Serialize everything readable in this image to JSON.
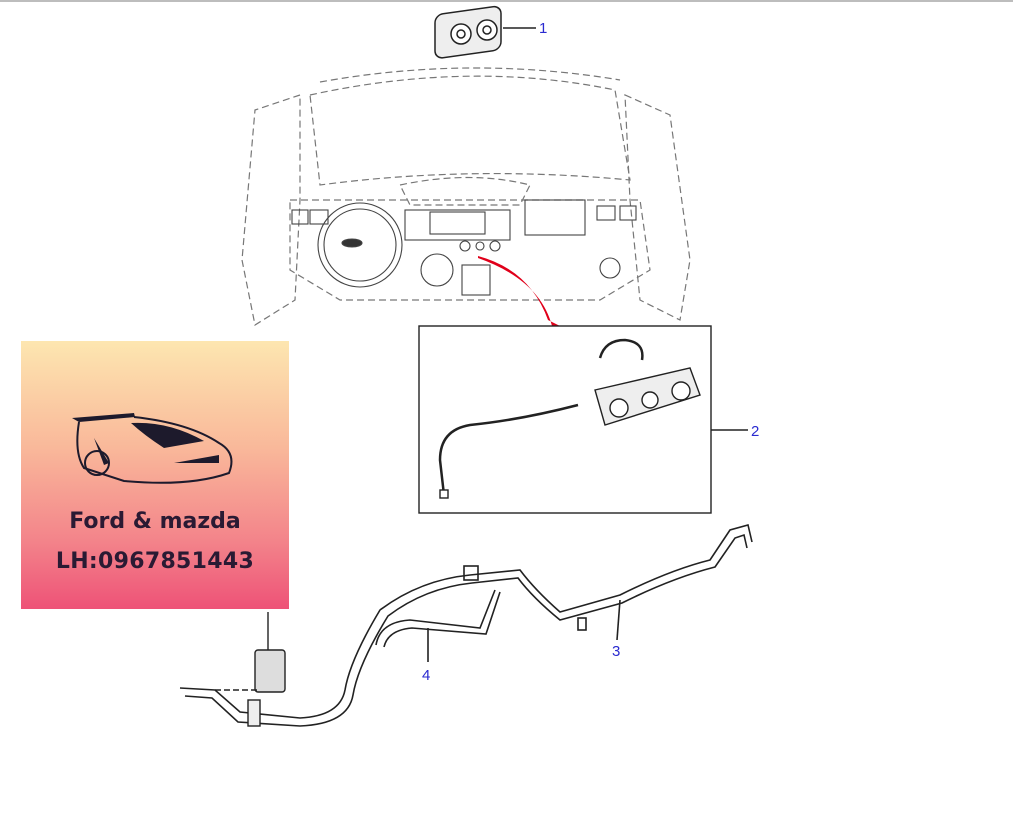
{
  "callouts": {
    "c1": "1",
    "c2": "2",
    "c3": "3",
    "c4": "4"
  },
  "promo": {
    "name": "Ford & mazda",
    "phone": "LH:0967851443"
  },
  "colors": {
    "callout": "#2a2ad0",
    "arrow": "#e0001a",
    "line": "#222222"
  }
}
